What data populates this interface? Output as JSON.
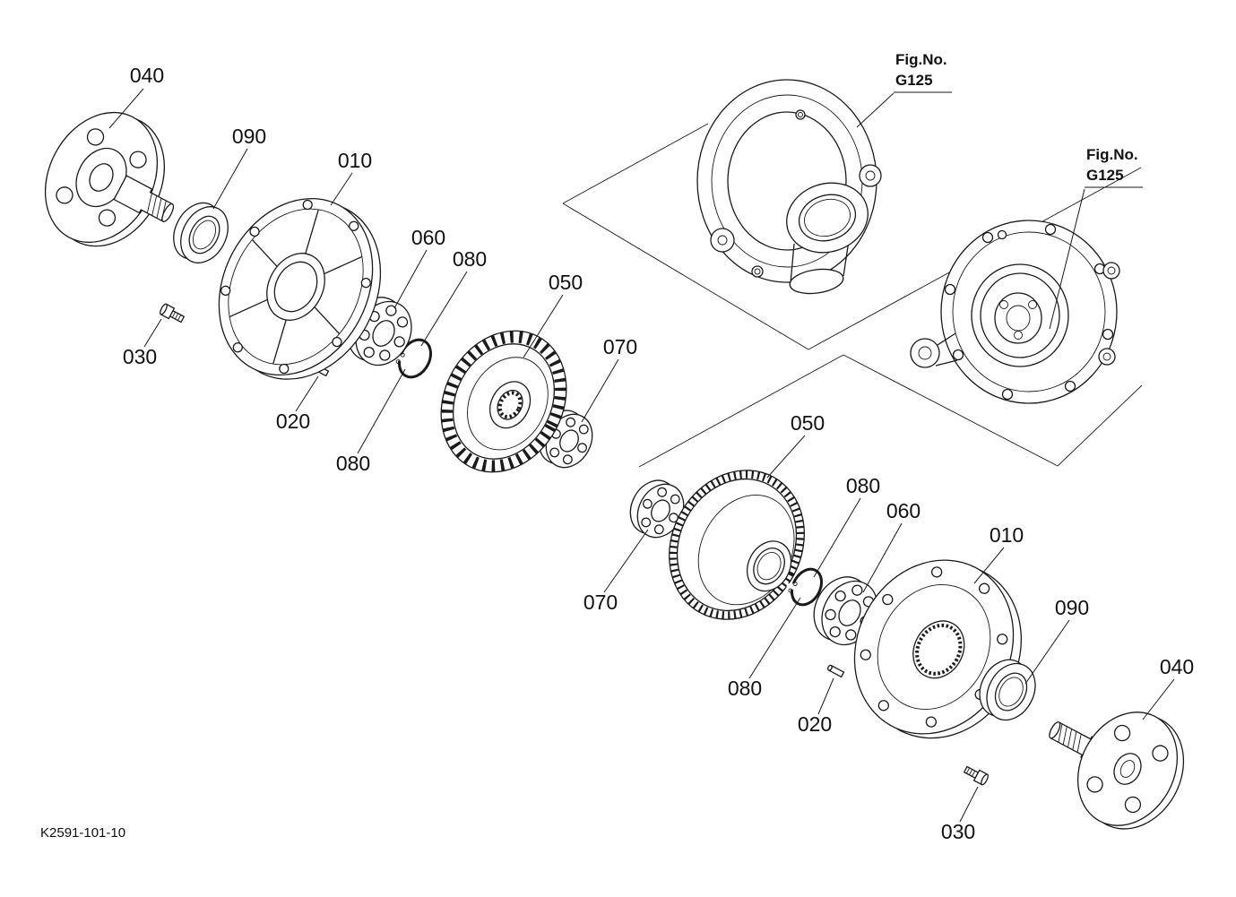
{
  "document": {
    "type": "exploded-parts-diagram",
    "drawing_number": "K2591-101-10",
    "background": "#ffffff",
    "line_color": "#1a1a1a"
  },
  "figure_references": {
    "upper": {
      "label": "Fig.No.",
      "number": "G125"
    },
    "right": {
      "label": "Fig.No.",
      "number": "G125"
    }
  },
  "callouts": {
    "left_assembly": {
      "hub_flange": "040",
      "oil_seal": "090",
      "cover_case": "010",
      "bearing_inner": "060",
      "snap_ring_upper": "080",
      "bevel_gear": "050",
      "bearing_outer": "070",
      "bolt": "030",
      "pin": "020",
      "snap_ring_lower": "080"
    },
    "right_assembly": {
      "bevel_gear": "050",
      "snap_ring_upper": "080",
      "bearing_inner": "060",
      "cover_case": "010",
      "oil_seal": "090",
      "hub_flange": "040",
      "bearing_outer": "070",
      "snap_ring_lower": "080",
      "pin": "020",
      "bolt": "030"
    }
  }
}
